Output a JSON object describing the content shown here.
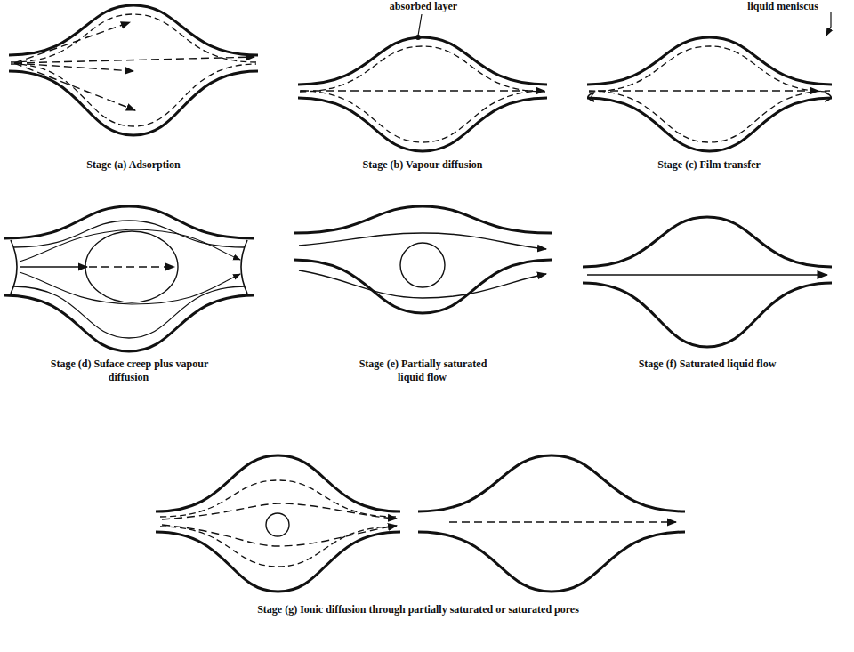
{
  "diagram": {
    "labels": [
      "absorbed layer",
      "liquid meniscus",
      "Stage (a) Adsorption",
      "Stage (b) Vapour diffusion",
      "Stage (c) Film transfer",
      "Stage (d) Suface creep plus vapour diffusion",
      "Stage (e) Partially saturated liquid flow",
      "Stage (f) Saturated liquid flow",
      "Stage (g) Ionic diffusion through partially saturated or saturated pores"
    ]
  }
}
